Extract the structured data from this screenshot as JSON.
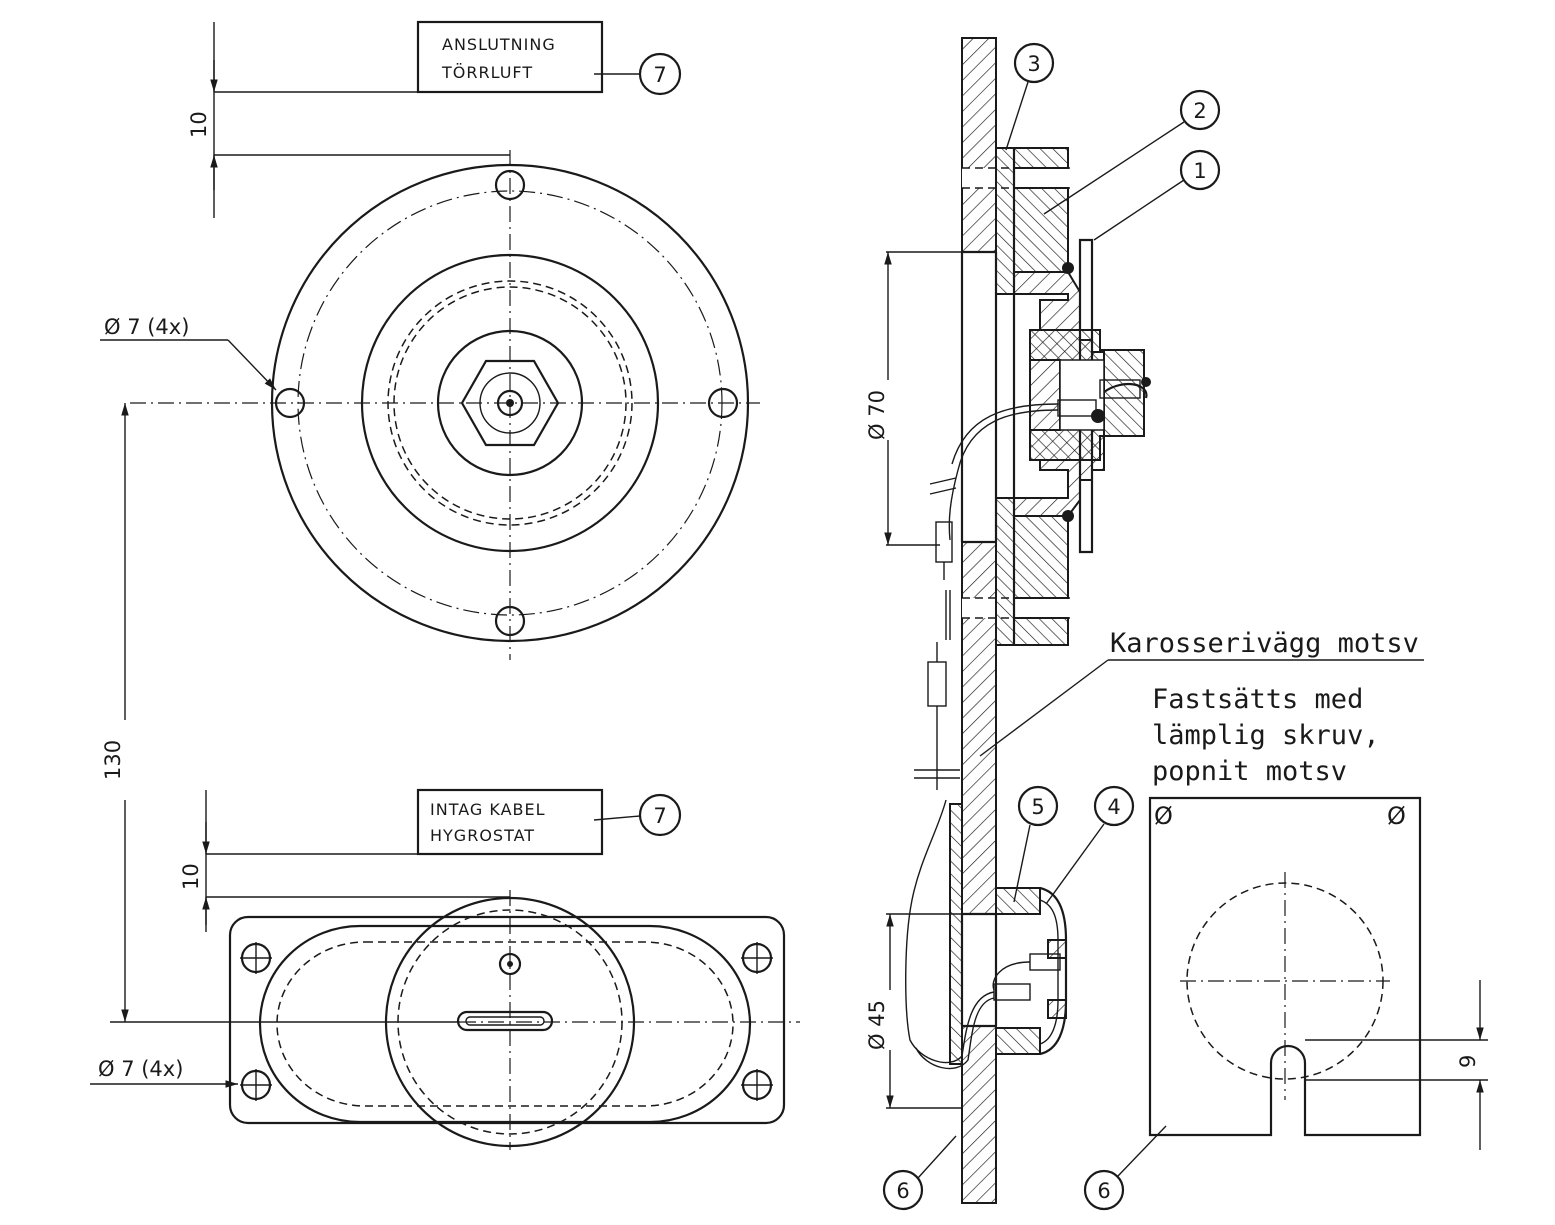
{
  "top_view": {
    "box_line1": "ANSLUTNING",
    "box_line2": "TÖRRLUFT",
    "box_ref": "7",
    "dim_offset": "10",
    "hole_label": "Ø 7 (4x)"
  },
  "center_distance": "130",
  "bottom_view": {
    "box_line1": "INTAG KABEL",
    "box_line2": "HYGROSTAT",
    "box_ref": "7",
    "dim_offset": "10",
    "hole_label": "Ø 7 (4x)"
  },
  "section_view": {
    "dia_upper": "Ø 70",
    "dia_lower": "Ø 45",
    "part_refs": {
      "p1": "1",
      "p2": "2",
      "p3": "3",
      "p4": "4",
      "p5": "5",
      "p6": "6"
    },
    "wall_label": "Karosserivägg motsv"
  },
  "plate_view": {
    "note_line1": "Fastsätts med",
    "note_line2": "lämplig skruv,",
    "note_line3": "popnit motsv",
    "hole_mark_left": "Ø",
    "hole_mark_right": "Ø",
    "dim_slot": "9",
    "part_ref": "6"
  }
}
